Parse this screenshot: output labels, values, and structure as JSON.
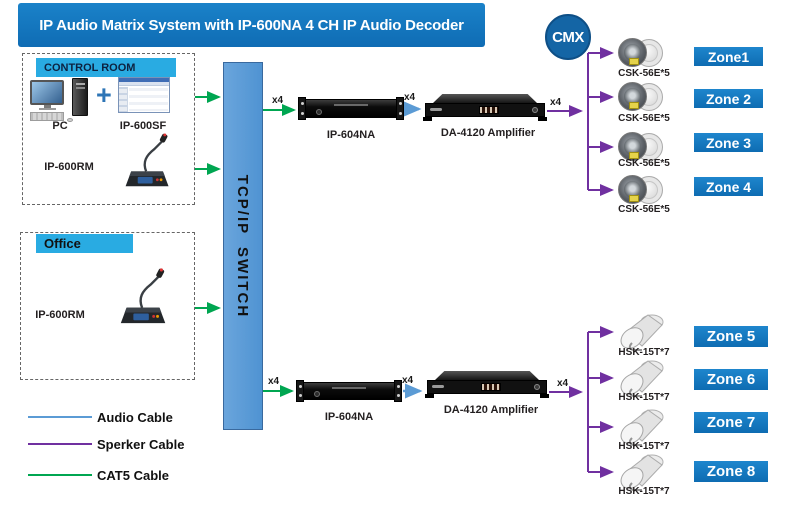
{
  "title": "IP Audio Matrix System with IP-600NA 4 CH IP Audio Decoder",
  "logo_text": "CMX",
  "control_room": {
    "header": "CONTROL ROOM",
    "pc_label": "PC",
    "plus": "+",
    "software_label": "IP-600SF",
    "mic_label": "IP-600RM"
  },
  "office": {
    "header": "Office",
    "mic_label": "IP-600RM"
  },
  "network_switch": {
    "label": "TCP/IP SWITCH"
  },
  "top_chain": {
    "qty_cat5": "x4",
    "decoder": "IP-604NA",
    "qty_audio": "x4",
    "amplifier": "DA-4120 Amplifier",
    "qty_speaker": "x4",
    "speaker_model": "CSK-56E*5",
    "zones": [
      "Zone1",
      "Zone 2",
      "Zone 3",
      "Zone 4"
    ]
  },
  "bottom_chain": {
    "qty_cat5": "x4",
    "decoder": "IP-604NA",
    "qty_audio": "x4",
    "amplifier": "DA-4120 Amplifier",
    "qty_speaker": "x4",
    "speaker_model": "HSK-15T*7",
    "zones": [
      "Zone 5",
      "Zone 6",
      "Zone 7",
      "Zone 8"
    ]
  },
  "legend": {
    "audio": {
      "label": "Audio Cable",
      "color": "#5b9bd5"
    },
    "speaker": {
      "label": "Sperker Cable",
      "color": "#7030a0"
    },
    "cat5": {
      "label": "CAT5 Cable",
      "color": "#00a651"
    }
  },
  "colors": {
    "banner_blue": "#1276bd",
    "header_cyan": "#29abe2",
    "switch_blue": "#5b9bd5",
    "zone_blue": "#1276bd",
    "cmx_blue": "#1465a5"
  }
}
